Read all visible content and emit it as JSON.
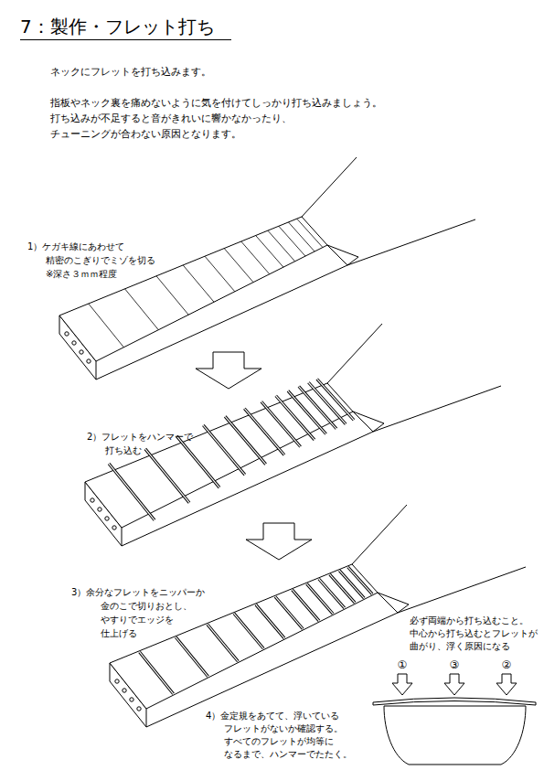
{
  "diagram": {
    "title": "7：製作・フレット打ち",
    "labels": [
      "ネックにフレットを打ち込みます。",
      "指板やネック裏を痛めないように気を付けてしっかり打ち込みましょう。 打ち込みが不足すると音がきれいに響かなかったり、 チューニングが合わない原因となります。",
      "1）ケガキ線にあわせて 精密のこぎりでミゾを切る ※深さ３ｍｍ程度",
      "2）フレットをハンマーで 打ち込む",
      "3）余分なフレットをニッパーか 金のこで切りおとし、 やすりでエッジを 仕上げる",
      "4）金定規をあてて、浮いている フレットがないか確認する。 すべてのフレットが均等に なるまで、ハンマーでたたく。",
      "必ず両端から打ち込むこと。 中心から打ち込むとフレットが 曲がり、浮く原因になる",
      "①",
      "③",
      "②"
    ]
  }
}
